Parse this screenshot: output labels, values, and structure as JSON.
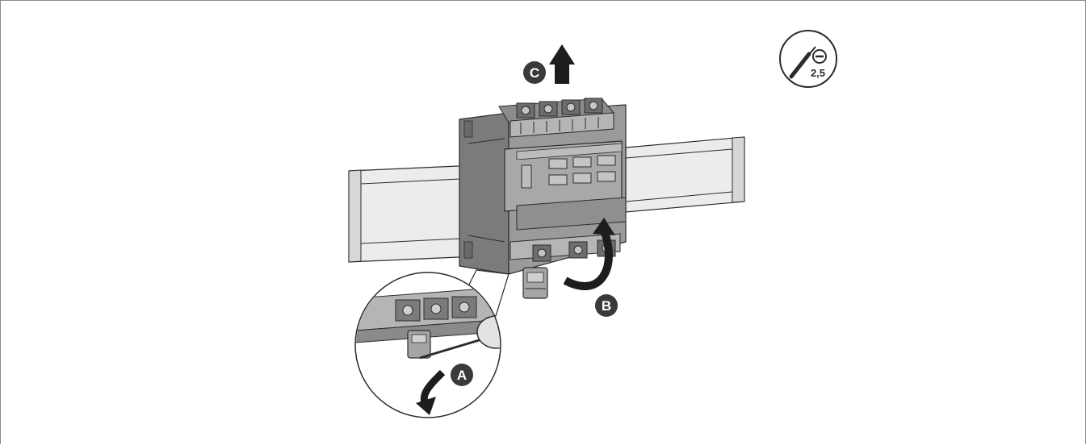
{
  "steps": {
    "a": "A",
    "b": "B",
    "c": "C"
  },
  "tool": {
    "icon": "flat-screwdriver-icon",
    "size": "2,5"
  },
  "colors": {
    "line": "#2b2b2b",
    "device_dark": "#7b7b7b",
    "device_mid": "#9a9a9a",
    "device_light": "#c4c4c4",
    "rail": "#e6e6e6",
    "badge": "#3a3a3a"
  }
}
